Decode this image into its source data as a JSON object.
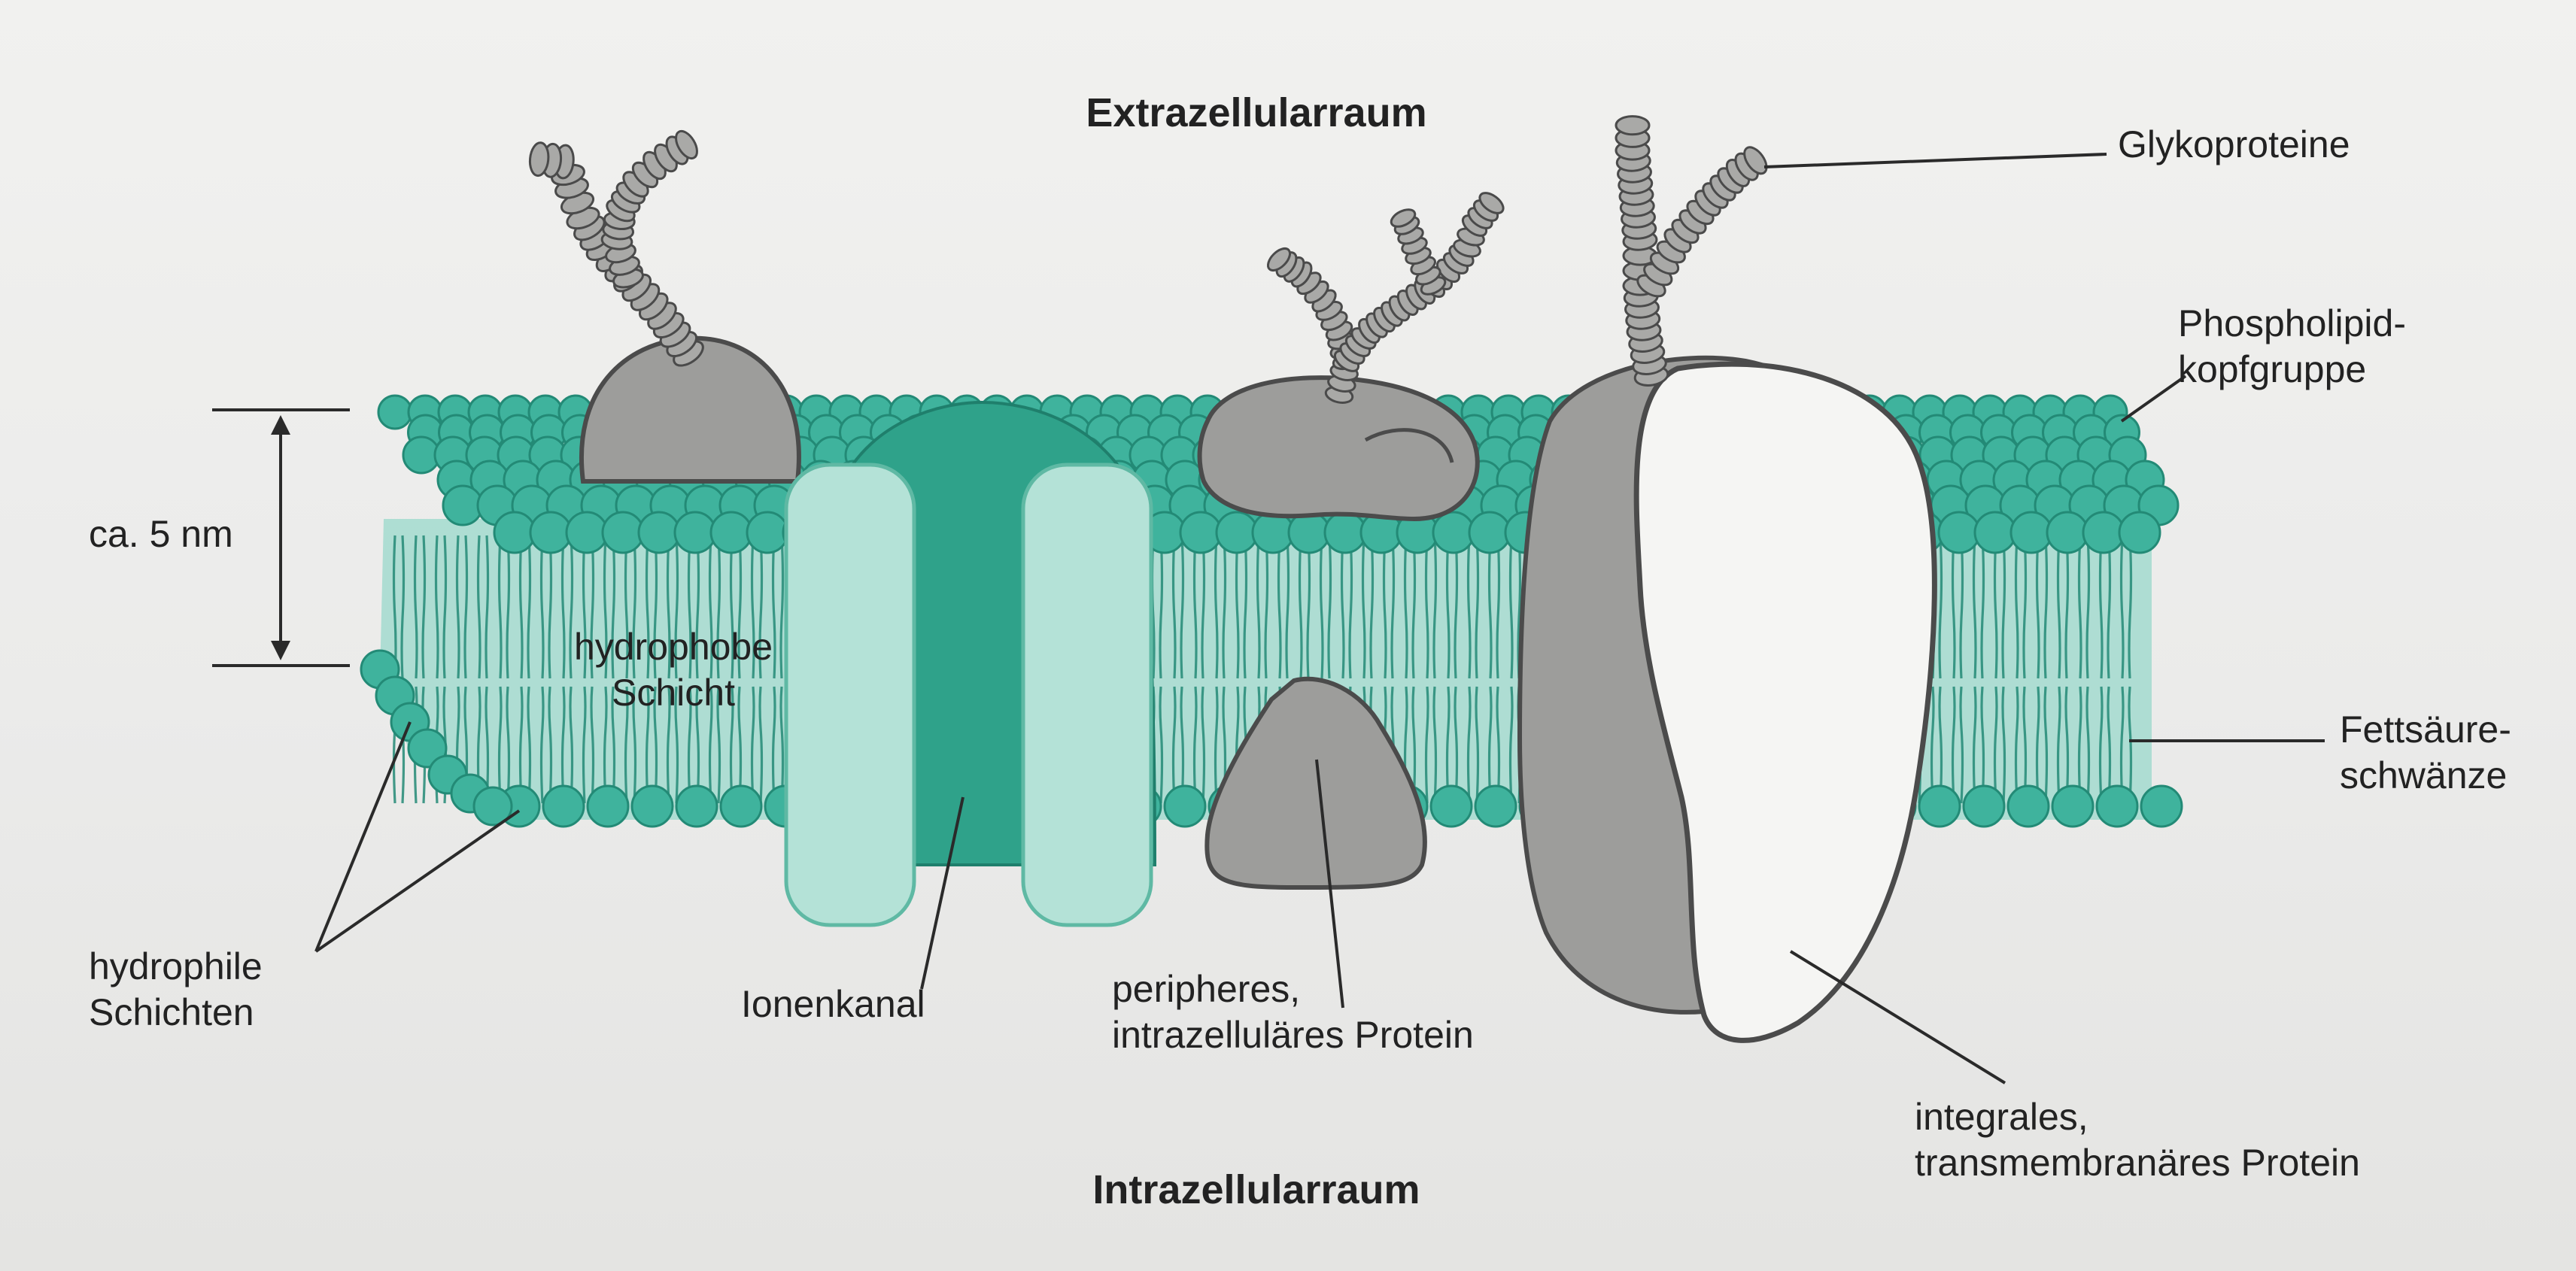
{
  "labels": {
    "extracellular": "Extrazellularraum",
    "intracellular": "Intrazellularraum",
    "glycoproteins": "Glykoproteine",
    "phospholipid_head": [
      "Phospholipid-",
      "kopfgruppe"
    ],
    "fatty_acid_tails": [
      "Fettsäure-",
      "schwänze"
    ],
    "thickness": "ca. 5 nm",
    "hydrophobic_layer": [
      "hydrophobe",
      "Schicht"
    ],
    "hydrophilic_layers": [
      "hydrophile",
      "Schichten"
    ],
    "ion_channel": "Ionenkanal",
    "peripheral_protein": [
      "peripheres,",
      "intrazelluläres Protein"
    ],
    "integral_protein": [
      "integrales,",
      "transmembranäres Protein"
    ]
  },
  "colors": {
    "lipid_teal": "#3fb39d",
    "lipid_teal_dark": "#238a76",
    "tail_band": "#a3dbcf",
    "channel_dark": "#2fa28a",
    "channel_light": "#b4e2d7",
    "protein_gray": "#9d9d9b",
    "protein_outline": "#4b4b4b",
    "integral_white": "#f5f5f3"
  },
  "icons": [
    "membrane-bilayer",
    "glycoprotein-chain",
    "ion-channel",
    "peripheral-protein",
    "integral-protein"
  ]
}
